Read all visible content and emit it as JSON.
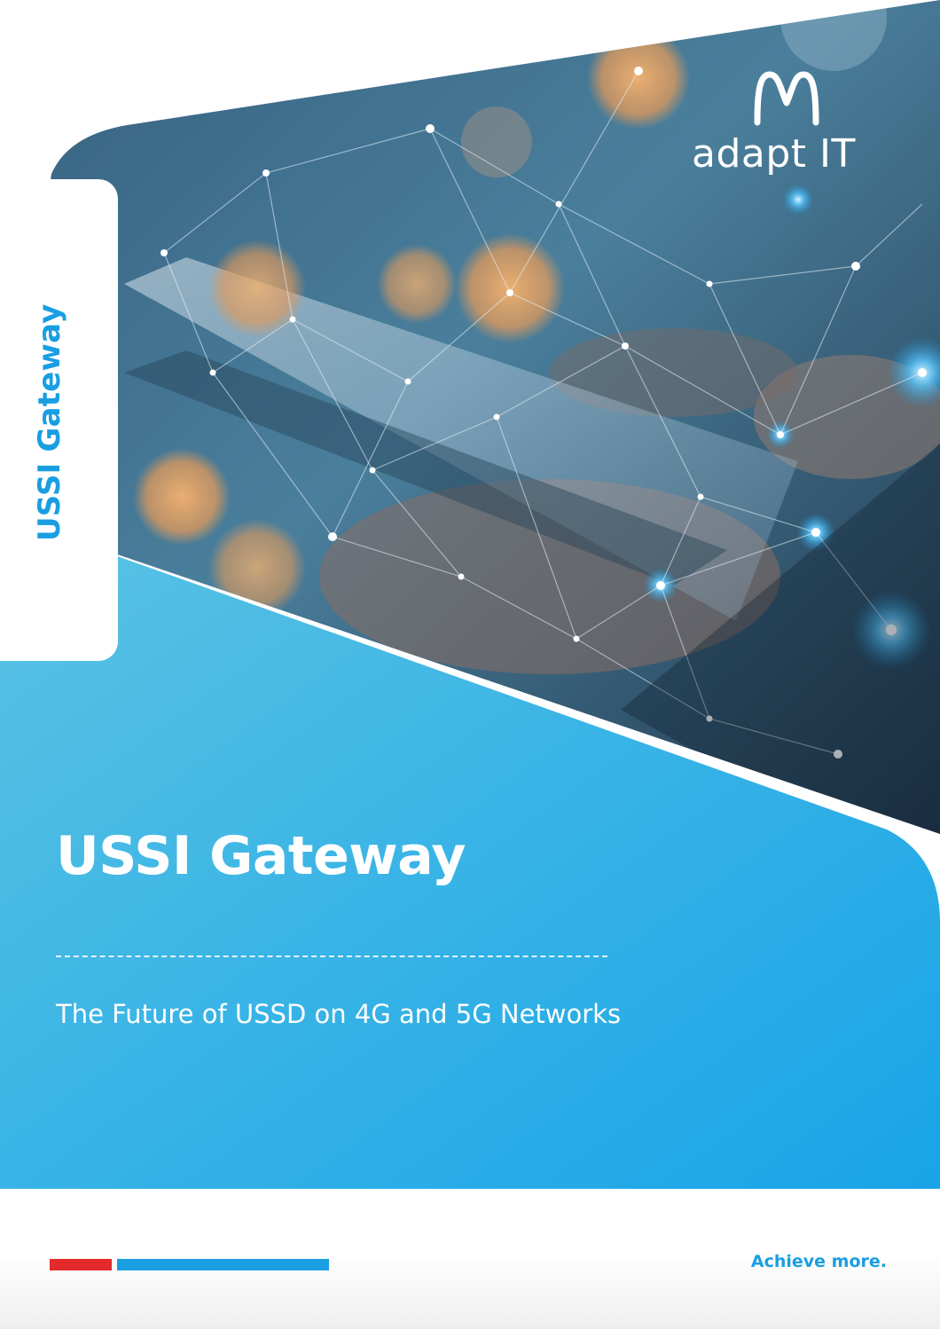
{
  "brand": {
    "name": "adapt IT",
    "tagline": "Achieve more.",
    "accent_color": "#1a9ee2",
    "secondary_color": "#e42a2a"
  },
  "side_tab": {
    "label": "USSI Gateway"
  },
  "cover": {
    "title": "USSI Gateway",
    "subtitle": "The Future of USSD on 4G and 5G Networks"
  }
}
